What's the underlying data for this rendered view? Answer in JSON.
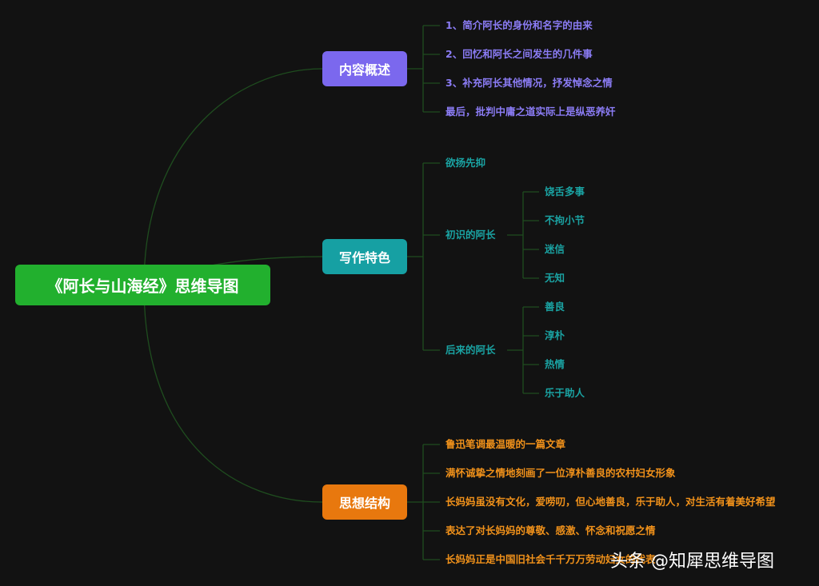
{
  "title": "《阿长与山海经》思维导图",
  "colors": {
    "root": "#22b02e",
    "branch1": "#7b68ee",
    "branch2": "#16a0a3",
    "branch3": "#e8780e",
    "link": "#1f4d1f"
  },
  "branches": [
    {
      "label": "内容概述",
      "items": [
        "1、简介阿长的身份和名字的由来",
        "2、回忆和阿长之间发生的几件事",
        "3、补充阿长其他情况，抒发悼念之情",
        "最后，批判中庸之道实际上是纵恶养奸"
      ]
    },
    {
      "label": "写作特色",
      "items": [
        "欲扬先抑",
        "初识的阿长",
        "后来的阿长"
      ],
      "sub_early": [
        "饶舌多事",
        "不拘小节",
        "迷信",
        "无知"
      ],
      "sub_later": [
        "善良",
        "淳朴",
        "热情",
        "乐于助人"
      ]
    },
    {
      "label": "思想结构",
      "items": [
        "鲁迅笔调最温暖的一篇文章",
        "满怀诚挚之情地刻画了一位淳朴善良的农村妇女形象",
        "长妈妈虽没有文化，爱唠叨，但心地善良，乐于助人，对生活有着美好希望",
        "表达了对长妈妈的尊敬、感激、怀念和祝愿之情",
        "长妈妈正是中国旧社会千千万万劳动妇女的代表"
      ]
    }
  ],
  "watermark": "头条 @知犀思维导图"
}
